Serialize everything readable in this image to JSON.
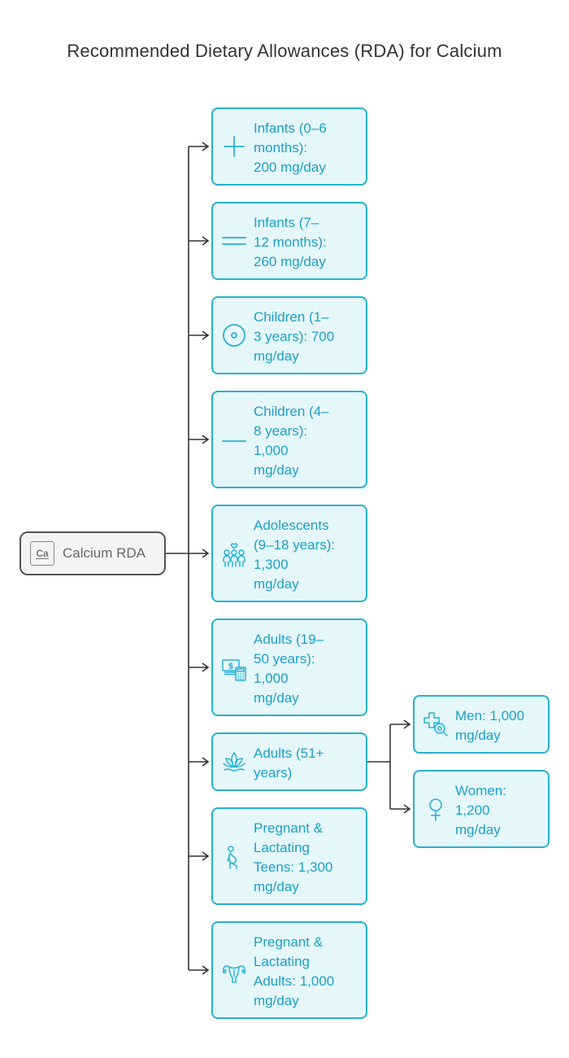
{
  "title": "Recommended Dietary Allowances (RDA) for Calcium",
  "colors": {
    "accent": "#25b1d3",
    "node_fill": "#e6f7fc",
    "node_text": "#1aa0c8",
    "root_border": "#555555",
    "root_text": "#666666",
    "connector": "#333333"
  },
  "root": {
    "label": "Calcium RDA",
    "icon": "calcium-element-icon",
    "icon_text": "Ca"
  },
  "groups": [
    {
      "lines": [
        "Infants (0–6",
        "months):",
        "200 mg/day"
      ],
      "icon": "plus-icon"
    },
    {
      "lines": [
        "Infants (7–",
        "12 months):",
        "260 mg/day"
      ],
      "icon": "equals-icon"
    },
    {
      "lines": [
        "Children (1–",
        "3 years): 700",
        "mg/day"
      ],
      "icon": "disc-icon"
    },
    {
      "lines": [
        "Children (4–",
        "8 years):",
        "1,000",
        "mg/day"
      ],
      "icon": "minus-icon"
    },
    {
      "lines": [
        "Adolescents",
        "(9–18 years):",
        "1,300",
        "mg/day"
      ],
      "icon": "family-icon"
    },
    {
      "lines": [
        "Adults (19–",
        "50 years):",
        "1,000",
        "mg/day"
      ],
      "icon": "money-calculator-icon"
    },
    {
      "lines": [
        "Adults (51+",
        "years)"
      ],
      "icon": "lotus-icon"
    },
    {
      "lines": [
        "Pregnant &",
        "Lactating",
        "Teens: 1,300",
        "mg/day"
      ],
      "icon": "pregnant-person-icon"
    },
    {
      "lines": [
        "Pregnant &",
        "Lactating",
        "Adults: 1,000",
        "mg/day"
      ],
      "icon": "uterus-icon"
    }
  ],
  "sub_groups": [
    {
      "lines": [
        "Men: 1,000",
        "mg/day"
      ],
      "icon": "medical-search-icon"
    },
    {
      "lines": [
        "Women:",
        "1,200",
        "mg/day"
      ],
      "icon": "female-symbol-icon"
    }
  ]
}
